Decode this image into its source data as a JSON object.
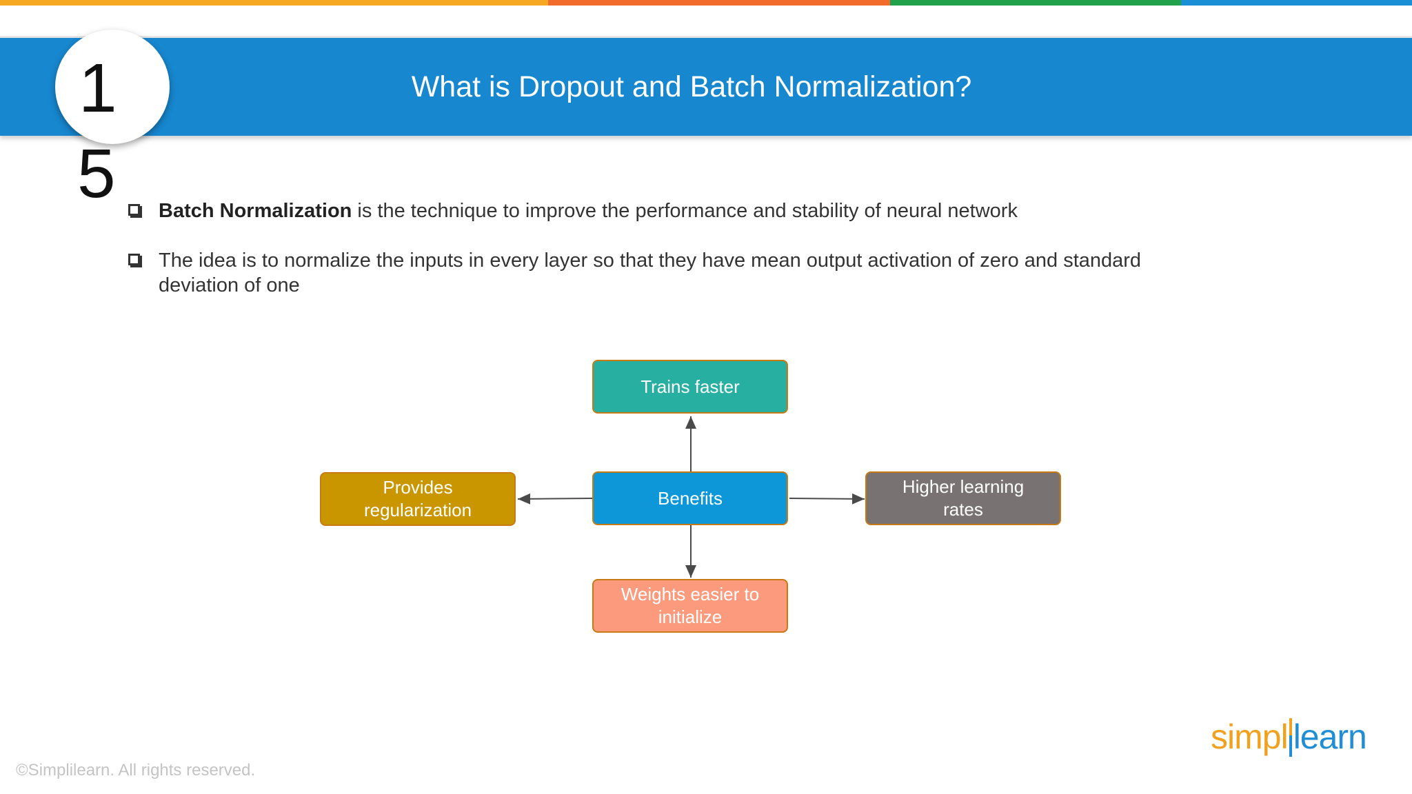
{
  "header": {
    "title": "What is Dropout and Batch Normalization?",
    "slide_number_digit_1": "1",
    "slide_number_digit_2": "5",
    "stripe_colors": [
      "#f7a823",
      "#f26b2a",
      "#21a24a",
      "#1b8fd6"
    ],
    "banner_color": "#1787cf"
  },
  "bullets": [
    {
      "bold": "Batch Normalization",
      "text": " is the technique to improve the performance and stability of neural network"
    },
    {
      "bold": "",
      "text": "The idea is to normalize the inputs in every layer so that they have mean output activation of zero and standard deviation of one"
    }
  ],
  "diagram": {
    "center": {
      "label": "Benefits",
      "color": "#0d96d8"
    },
    "top": {
      "label": "Trains faster",
      "color": "#27b0a2"
    },
    "left": {
      "label": "Provides regularization",
      "color": "#c99600"
    },
    "right": {
      "label": "Higher learning rates",
      "color": "#787272"
    },
    "bottom": {
      "label": "Weights easier to initialize",
      "color": "#fb9a7c"
    }
  },
  "footer": {
    "copyright": "©Simplilearn. All rights reserved.",
    "logo_part1": "simpl",
    "logo_part2": "learn"
  }
}
